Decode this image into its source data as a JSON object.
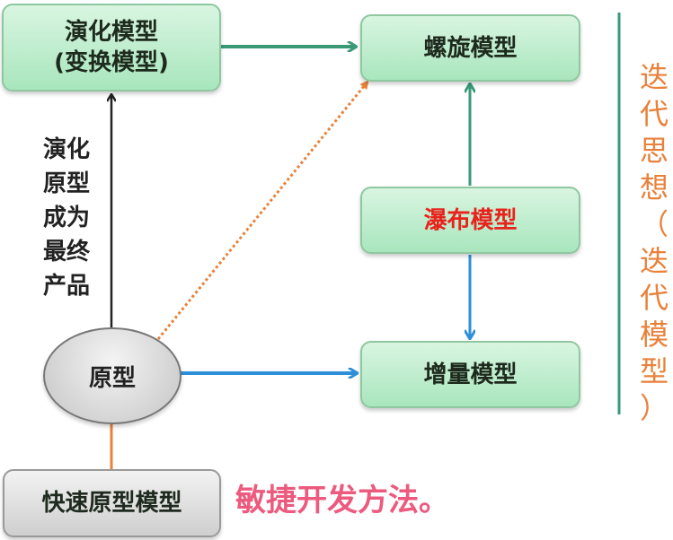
{
  "nodes": {
    "evolution": {
      "line1": "演化模型",
      "line2": "(变换模型)"
    },
    "spiral": "螺旋模型",
    "waterfall": "瀑布模型",
    "incremental": "增量模型",
    "prototype": "原型",
    "rapid_prototype": "快速原型模型"
  },
  "edge_label": [
    "演化",
    "原型",
    "成为",
    "最终",
    "产品"
  ],
  "side_label": [
    "迭",
    "代",
    "思",
    "想",
    "（",
    "迭",
    "代",
    "模",
    "型",
    "）"
  ],
  "annotation": "敏捷开发方法。",
  "colors": {
    "waterfall_text": "#e8231c",
    "annotation": "#ec5a7e",
    "side_label": "#e9813a",
    "green_arrow": "#3a9a78",
    "blue_arrow": "#2d8fd8",
    "orange": "#e9813a"
  }
}
